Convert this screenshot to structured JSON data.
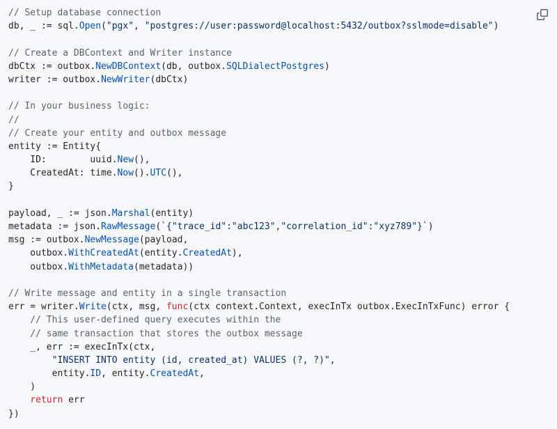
{
  "colors": {
    "background": "#f6f8fa",
    "plain": "#1f2328",
    "comment": "#59636e",
    "string": "#0a3069",
    "function": "#0550ae",
    "keyword": "#cf222e"
  },
  "copy_button": {
    "icon": "copy-icon"
  },
  "lines": [
    [
      [
        "comment",
        "// Setup database connection"
      ]
    ],
    [
      [
        "plain",
        "db, _ := sql."
      ],
      [
        "func",
        "Open"
      ],
      [
        "plain",
        "("
      ],
      [
        "string",
        "\"pgx\""
      ],
      [
        "plain",
        ", "
      ],
      [
        "string",
        "\"postgres://user:password@localhost:5432/outbox?sslmode=disable\""
      ],
      [
        "plain",
        ")"
      ]
    ],
    [],
    [
      [
        "comment",
        "// Create a DBContext and Writer instance"
      ]
    ],
    [
      [
        "plain",
        "dbCtx := outbox."
      ],
      [
        "func",
        "NewDBContext"
      ],
      [
        "plain",
        "(db, outbox."
      ],
      [
        "func",
        "SQLDialectPostgres"
      ],
      [
        "plain",
        ")"
      ]
    ],
    [
      [
        "plain",
        "writer := outbox."
      ],
      [
        "func",
        "NewWriter"
      ],
      [
        "plain",
        "(dbCtx)"
      ]
    ],
    [],
    [
      [
        "comment",
        "// In your business logic:"
      ]
    ],
    [
      [
        "comment",
        "//"
      ]
    ],
    [
      [
        "comment",
        "// Create your entity and outbox message"
      ]
    ],
    [
      [
        "plain",
        "entity := Entity{"
      ]
    ],
    [
      [
        "plain",
        "    ID:        uuid."
      ],
      [
        "func",
        "New"
      ],
      [
        "plain",
        "(),"
      ]
    ],
    [
      [
        "plain",
        "    CreatedAt: time."
      ],
      [
        "func",
        "Now"
      ],
      [
        "plain",
        "()."
      ],
      [
        "func",
        "UTC"
      ],
      [
        "plain",
        "(),"
      ]
    ],
    [
      [
        "plain",
        "}"
      ]
    ],
    [],
    [
      [
        "plain",
        "payload, _ := json."
      ],
      [
        "func",
        "Marshal"
      ],
      [
        "plain",
        "(entity)"
      ]
    ],
    [
      [
        "plain",
        "metadata := json."
      ],
      [
        "func",
        "RawMessage"
      ],
      [
        "plain",
        "("
      ],
      [
        "string",
        "`{\"trace_id\":\"abc123\",\"correlation_id\":\"xyz789\"}`"
      ],
      [
        "plain",
        ")"
      ]
    ],
    [
      [
        "plain",
        "msg := outbox."
      ],
      [
        "func",
        "NewMessage"
      ],
      [
        "plain",
        "(payload,"
      ]
    ],
    [
      [
        "plain",
        "    outbox."
      ],
      [
        "func",
        "WithCreatedAt"
      ],
      [
        "plain",
        "(entity."
      ],
      [
        "func",
        "CreatedAt"
      ],
      [
        "plain",
        "),"
      ]
    ],
    [
      [
        "plain",
        "    outbox."
      ],
      [
        "func",
        "WithMetadata"
      ],
      [
        "plain",
        "(metadata))"
      ]
    ],
    [],
    [
      [
        "comment",
        "// Write message and entity in a single transaction"
      ]
    ],
    [
      [
        "plain",
        "err = writer."
      ],
      [
        "func",
        "Write"
      ],
      [
        "plain",
        "(ctx, msg, "
      ],
      [
        "keyword",
        "func"
      ],
      [
        "plain",
        "(ctx context.Context, execInTx outbox.ExecInTxFunc) error {"
      ]
    ],
    [
      [
        "comment",
        "    // This user-defined query executes within the"
      ]
    ],
    [
      [
        "comment",
        "    // same transaction that stores the outbox message"
      ]
    ],
    [
      [
        "plain",
        "    _, err := execInTx(ctx,"
      ]
    ],
    [
      [
        "string",
        "        \"INSERT INTO entity (id, created_at) VALUES (?, ?)\""
      ],
      [
        "plain",
        ","
      ]
    ],
    [
      [
        "plain",
        "        entity."
      ],
      [
        "func",
        "ID"
      ],
      [
        "plain",
        ", entity."
      ],
      [
        "func",
        "CreatedAt"
      ],
      [
        "plain",
        ","
      ]
    ],
    [
      [
        "plain",
        "    )"
      ]
    ],
    [
      [
        "keyword",
        "    return"
      ],
      [
        "plain",
        " err"
      ]
    ],
    [
      [
        "plain",
        "})"
      ]
    ]
  ]
}
